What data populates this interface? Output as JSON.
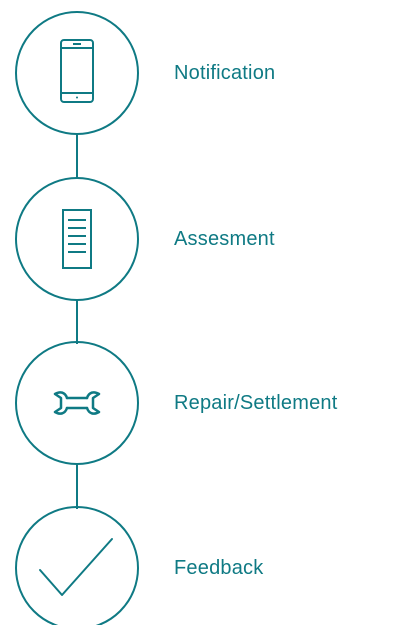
{
  "colors": {
    "accent": "#0f7a84",
    "background": "#ffffff"
  },
  "steps": [
    {
      "label": "Notification",
      "icon": "smartphone-icon"
    },
    {
      "label": "Assesment",
      "icon": "document-icon"
    },
    {
      "label": "Repair/Settlement",
      "icon": "wrench-icon"
    },
    {
      "label": "Feedback",
      "icon": "checkmark-icon"
    }
  ]
}
